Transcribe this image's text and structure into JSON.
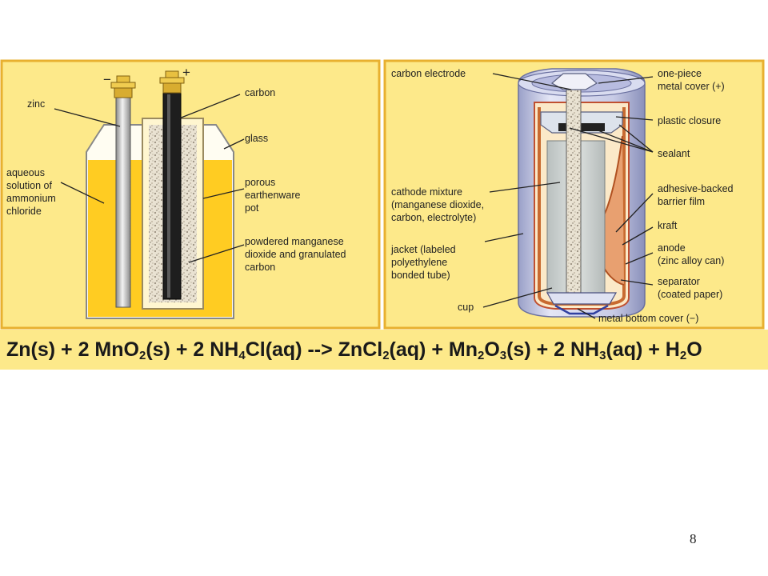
{
  "colors": {
    "panel_bg": "#fde98a",
    "panel_border": "#e8b030",
    "electrolyte": "#ffcc22",
    "zinc": "#b0b0b0",
    "carbon_rod": "#222222",
    "brass_cap": "#e8c040"
  },
  "left_diagram": {
    "minus_sign": "−",
    "plus_sign": "+",
    "labels": {
      "zinc": "zinc",
      "carbon": "carbon",
      "glass": "glass",
      "electrolyte": [
        "aqueous",
        "solution of",
        "ammonium",
        "chloride"
      ],
      "pot": [
        "porous",
        "earthenware",
        "pot"
      ],
      "paste": [
        "powdered manganese",
        "dioxide and granulated",
        "carbon"
      ]
    }
  },
  "right_diagram": {
    "labels": {
      "carbon_electrode": "carbon electrode",
      "cover": [
        "one-piece",
        "metal cover (+)"
      ],
      "closure": "plastic closure",
      "sealant": "sealant",
      "cathode": [
        "cathode mixture",
        "(manganese dioxide,",
        "carbon, electrolyte)"
      ],
      "barrier": [
        "adhesive-backed",
        "barrier film"
      ],
      "kraft": "kraft",
      "jacket": [
        "jacket (labeled",
        "polyethylene",
        "bonded tube)"
      ],
      "anode": [
        "anode",
        "(zinc alloy can)"
      ],
      "separator": [
        "separator",
        "(coated paper)"
      ],
      "cup": "cup",
      "bottom_cover": "metal bottom cover (−)"
    }
  },
  "equation": {
    "zn": "Zn(s) + 2 MnO",
    "sub1": "2",
    "p2": "(s) + 2 NH",
    "sub2": "4",
    "p3": "Cl(aq) --> ZnCl",
    "sub3": "2",
    "p4": "(aq) + Mn",
    "sub4": "2",
    "p5": "O",
    "sub5": "3",
    "p6": "(s) + 2 NH",
    "sub6": "3",
    "p7": "(aq) + H",
    "sub7": "2",
    "p8": "O"
  },
  "page_number": "8"
}
